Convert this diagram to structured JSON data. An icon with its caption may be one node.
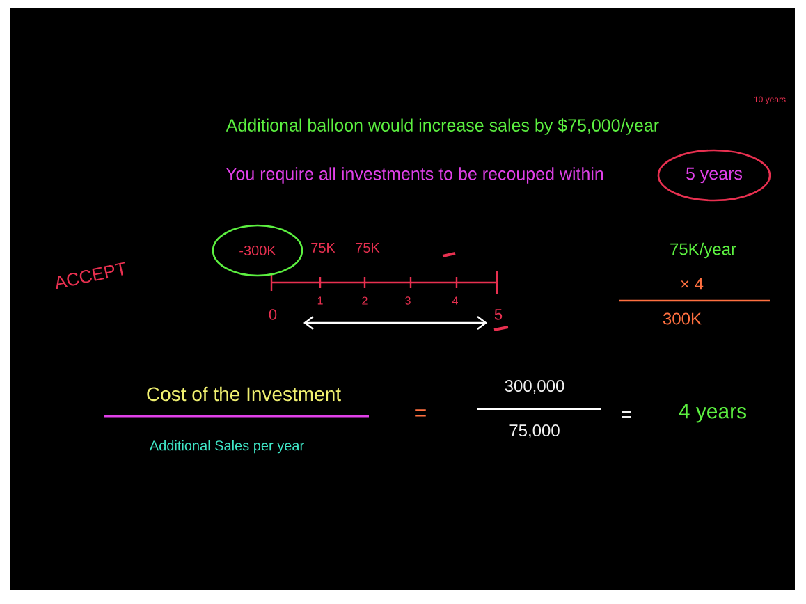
{
  "diagram": {
    "nodes": [
      {
        "text": [
          "-300K"
        ]
      },
      {
        "text": [
          "5 years"
        ]
      }
    ],
    "labels": [
      "10 years",
      "Additional balloon would increase sales by $75,000/year",
      "You require all investments to be recouped within",
      "75K",
      "75K",
      "ACCEPT",
      "75K/year",
      "0",
      "1",
      "2",
      "3",
      "4",
      "5",
      "× 4",
      "300K",
      "Cost of the Investment",
      "=",
      "300,000",
      "75,000",
      "=",
      "4 years",
      "Additional Sales per year"
    ]
  }
}
